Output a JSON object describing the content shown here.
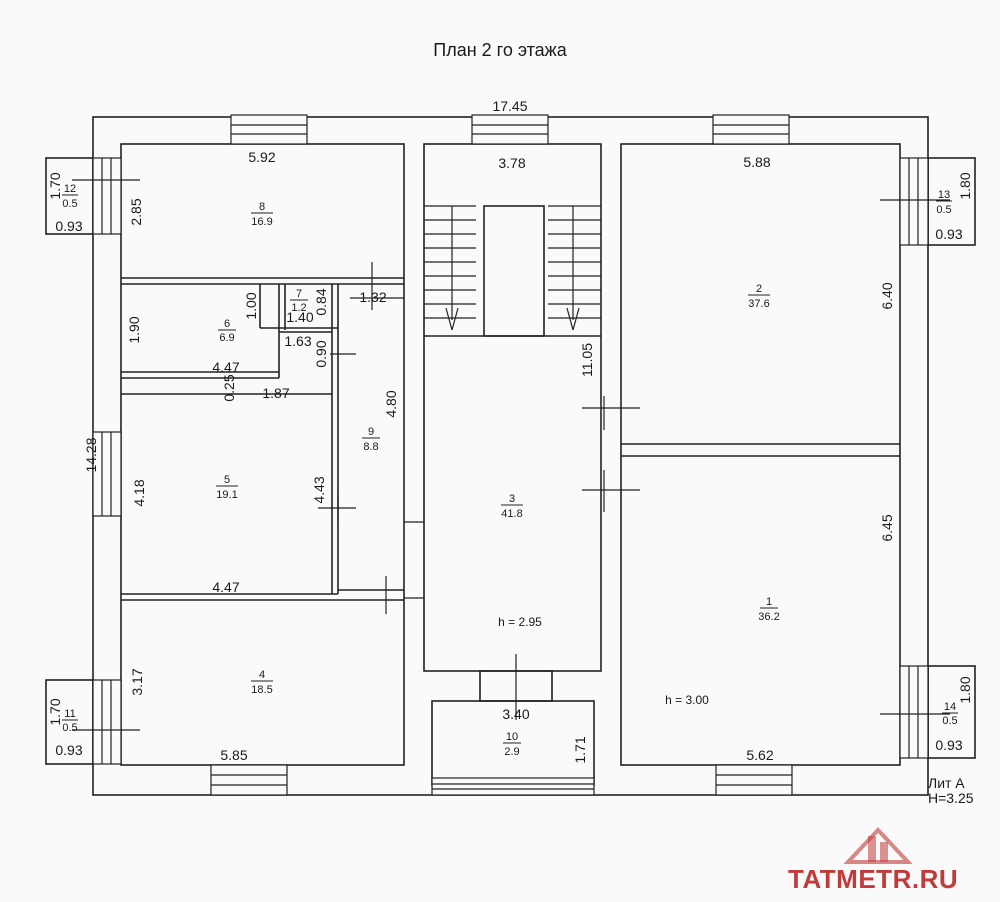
{
  "title": "План 2 го этажа",
  "overall_width": "17.45",
  "overall_height": "14.28",
  "lit": "Лит А",
  "building_height": "H=3.25",
  "watermark": "TATMETR.RU",
  "rooms": [
    {
      "num": "1",
      "area": "36.2"
    },
    {
      "num": "2",
      "area": "37.6"
    },
    {
      "num": "3",
      "area": "41.8"
    },
    {
      "num": "4",
      "area": "18.5"
    },
    {
      "num": "5",
      "area": "19.1"
    },
    {
      "num": "6",
      "area": "6.9"
    },
    {
      "num": "7",
      "area": "1.2"
    },
    {
      "num": "8",
      "area": "16.9"
    },
    {
      "num": "9",
      "area": "8.8"
    },
    {
      "num": "10",
      "area": "2.9"
    },
    {
      "num": "11",
      "area": "0.5"
    },
    {
      "num": "12",
      "area": "0.5"
    },
    {
      "num": "13",
      "area": "0.5"
    },
    {
      "num": "14",
      "area": "0.5"
    }
  ],
  "dims": {
    "r8_w": "5.92",
    "r8_h": "2.85",
    "stair_w": "3.78",
    "r2_w": "5.88",
    "r2_h": "6.40",
    "r6_h": "1.90",
    "r6_w": "4.47",
    "r6_step": "1.00",
    "r6_w2": "1.63",
    "r6_h2": "0.90",
    "r7_w": "1.40",
    "r7_h": "0.84",
    "r7_side": "1.32",
    "r5_w": "1.87",
    "r5_gap": "0.25",
    "r5_h": "4.18",
    "r5_h2": "4.43",
    "r5_w2": "4.47",
    "r9_h": "4.80",
    "r3_h": "11.05",
    "r1_h": "6.45",
    "r4_h": "3.17",
    "r4_w": "5.85",
    "r10_w": "3.40",
    "r10_h": "1.71",
    "r1_w": "5.62",
    "b12_h": "1.70",
    "b12_w": "0.93",
    "b11_h": "1.70",
    "b11_w": "0.93",
    "b13_h": "1.80",
    "b13_w": "0.93",
    "b14_h": "1.80",
    "b14_w": "0.93"
  },
  "heights": {
    "r3": "h = 2.95",
    "r1": "h = 3.00"
  }
}
